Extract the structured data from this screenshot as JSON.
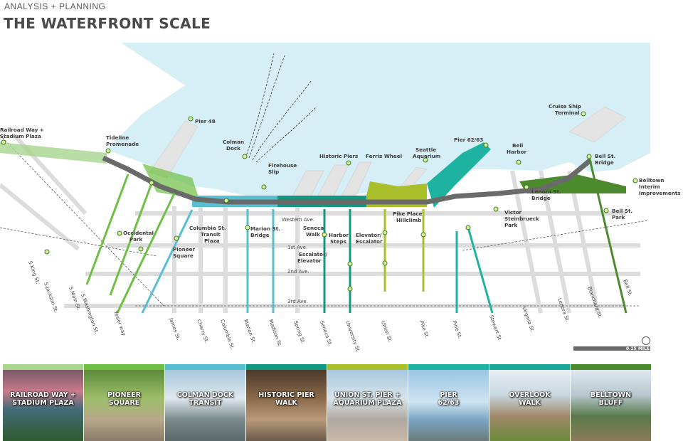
{
  "header": {
    "kicker": "ANALYSIS + PLANNING",
    "title": "THE WATERFRONT SCALE"
  },
  "map_labels": {
    "railroad_way": [
      "Railroad Way +",
      "Stadium Plaza"
    ],
    "tideline": [
      "Tideline",
      "Promenade"
    ],
    "pier48": "Pier 48",
    "colman_dock": [
      "Colman",
      "Dock"
    ],
    "firehouse_slip": [
      "Firehouse",
      "Slip"
    ],
    "historic_piers": "Historic Piers",
    "ferris_wheel": "Ferris Wheel",
    "seattle_aquarium": [
      "Seattle",
      "Aquarium"
    ],
    "pier62": "Pier 62/63",
    "bell_harbor": [
      "Bell",
      "Harbor"
    ],
    "cruise_ship": [
      "Cruise Ship",
      "Terminal"
    ],
    "bell_st_bridge": [
      "Bell St.",
      "Bridge"
    ],
    "lenora_bridge": [
      "Lenora St.",
      "Bridge"
    ],
    "belltown_interim": [
      "Belltown",
      "Interim",
      "Improvements"
    ],
    "bell_st_park": [
      "Bell St.",
      "Park"
    ],
    "victor_steinbrueck": [
      "Victor",
      "Steinbrueck",
      "Park"
    ],
    "pike_place_hillclimb": [
      "Pike Place",
      "Hillclimb"
    ],
    "elevator_escalator": [
      "Elevator/",
      "Escalator"
    ],
    "escalator_elevator": [
      "Escalator/",
      "Elevator"
    ],
    "harbor_steps": [
      "Harbor",
      "Steps"
    ],
    "seneca_walk": [
      "Seneca",
      "Walk"
    ],
    "marion_bridge": [
      "Marion St.",
      "Bridge"
    ],
    "columbia_transit": [
      "Columbia St.",
      "Transit",
      "Plaza"
    ],
    "pioneer_square": [
      "Pioneer",
      "Square"
    ],
    "occidental_park": [
      "Occidental",
      "Park"
    ],
    "western_ave": "Western Ave.",
    "first_ave": "1st Ave.",
    "second_ave": "2nd Ave.",
    "third_ave": "3rd Ave."
  },
  "streets": [
    "S.King St.",
    "S.Jackson St.",
    "S.Main St.",
    "S.Washington St.",
    "Yesler way",
    "James St.",
    "Cherry St.",
    "Columbia St.",
    "Marion St.",
    "Madison St.",
    "Spring St.",
    "Seneca St.",
    "University St.",
    "Union St.",
    "Pike St.",
    "Pine St.",
    "Stewart St.",
    "Virginia St.",
    "Lenora St.",
    "Blanchard St.",
    "Bell St."
  ],
  "scale_label": "0.25 MILE",
  "colors": {
    "water": "#d6eef5",
    "green": "#6fbf44",
    "teal": "#58bfd0",
    "darkteal": "#129780",
    "olive": "#a9c02a",
    "seafoam": "#1db3a0",
    "darkgreen": "#4c8a2e",
    "road": "#6a6a6a"
  },
  "photos": [
    {
      "caption": [
        "RAILROAD WAY +",
        "STADIUM PLAZA"
      ],
      "bar": "#a8d68f"
    },
    {
      "caption": [
        "PIONEER",
        "SQUARE"
      ],
      "bar": "#6fbf44"
    },
    {
      "caption": [
        "COLMAN DOCK",
        "TRANSIT"
      ],
      "bar": "#58bfd0"
    },
    {
      "caption": [
        "HISTORIC PIER",
        "WALK"
      ],
      "bar": "#129780"
    },
    {
      "caption": [
        "UNION ST. PIER +",
        "AQUARIUM PLAZA"
      ],
      "bar": "#a9c02a"
    },
    {
      "caption": [
        "PIER",
        "62/63"
      ],
      "bar": "#1db3a0"
    },
    {
      "caption": [
        "OVERLOOK",
        "WALK"
      ],
      "bar": "#1aa79a"
    },
    {
      "caption": [
        "BELLTOWN",
        "BLUFF"
      ],
      "bar": "#4c8a2e"
    }
  ]
}
